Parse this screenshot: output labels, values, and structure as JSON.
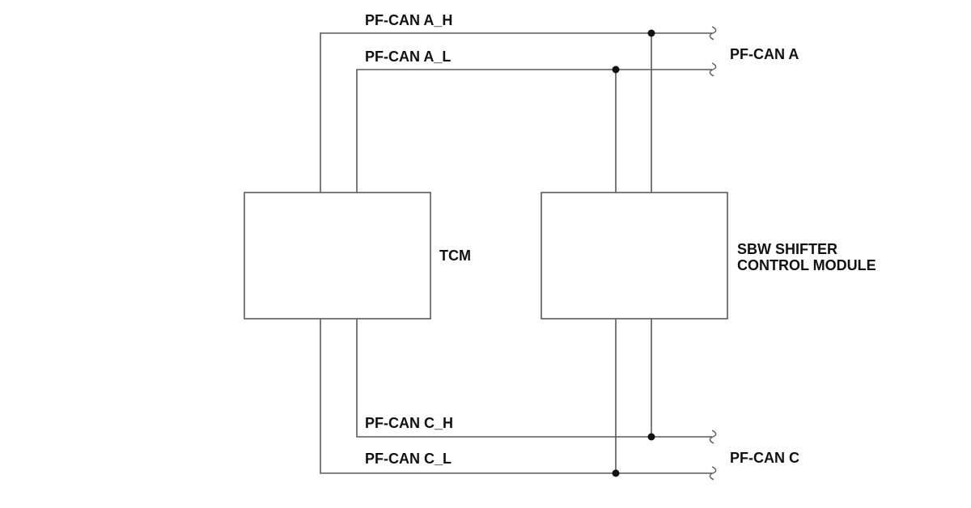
{
  "labels": {
    "can_a_h": "PF-CAN A_H",
    "can_a_l": "PF-CAN A_L",
    "can_a": "PF-CAN A",
    "can_c_h": "PF-CAN C_H",
    "can_c_l": "PF-CAN C_L",
    "can_c": "PF-CAN C"
  },
  "modules": {
    "tcm": "TCM",
    "sbw_line1": "SBW SHIFTER",
    "sbw_line2": "CONTROL MODULE"
  },
  "colors": {
    "wire": "#5a5a5a",
    "junction": "#111111",
    "text": "#111111"
  }
}
